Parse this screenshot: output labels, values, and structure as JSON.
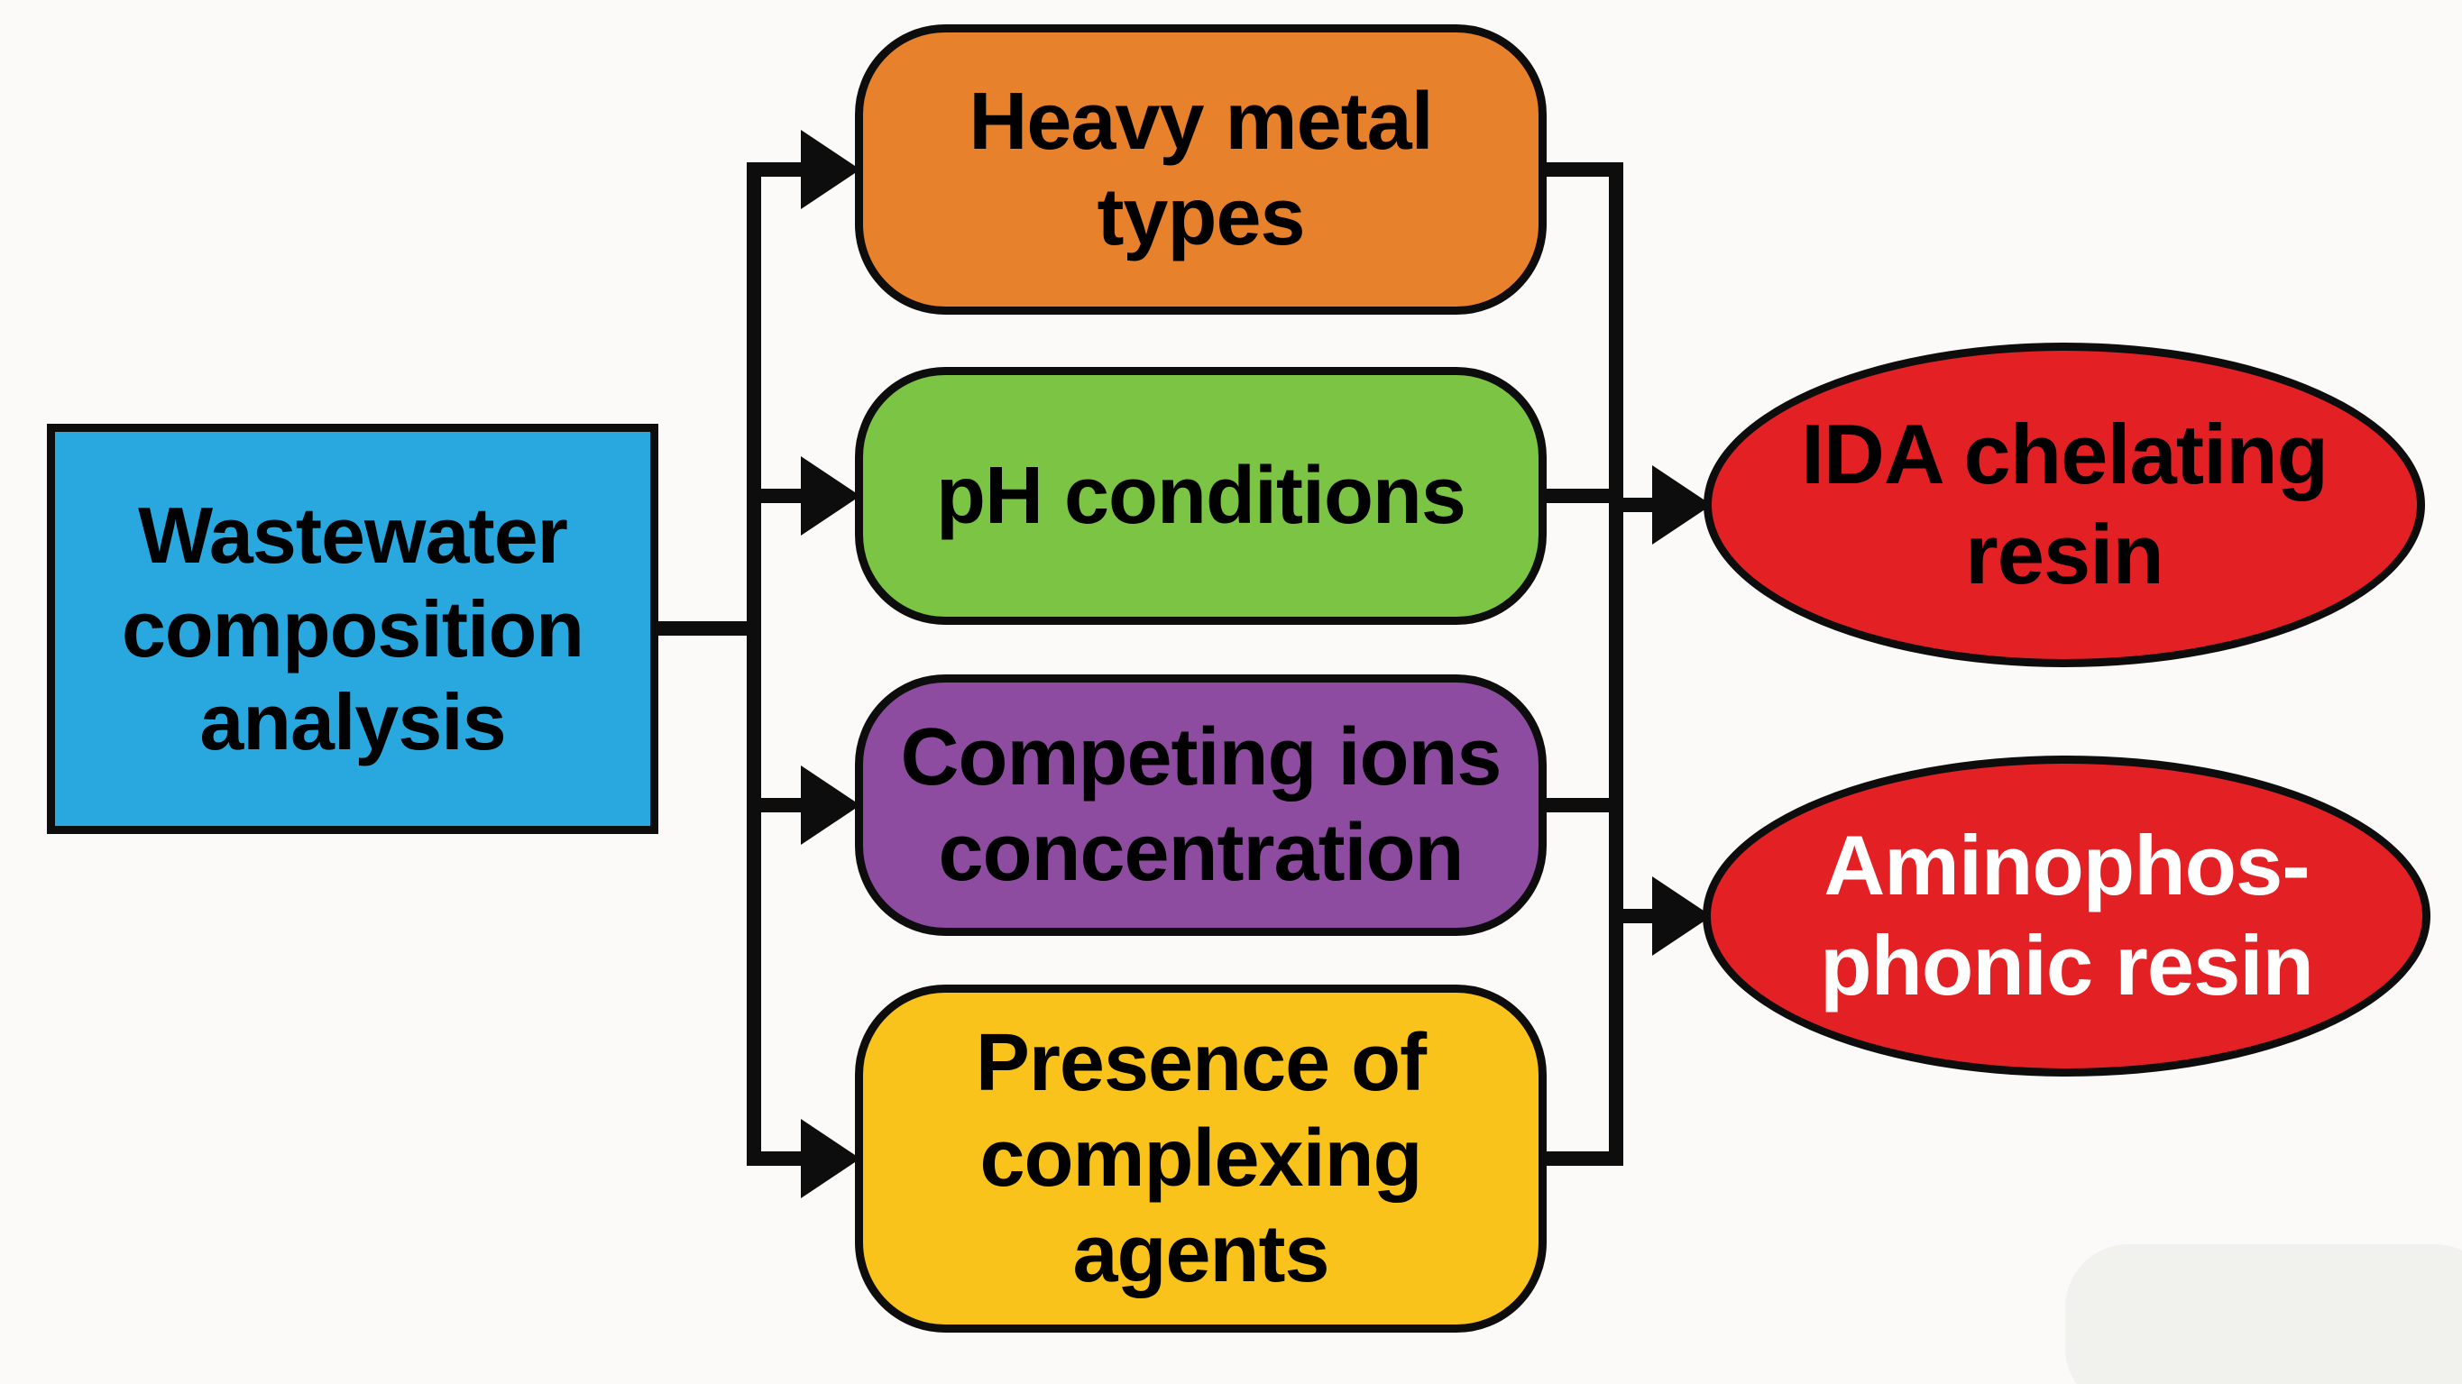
{
  "diagram": {
    "background_color": "#fbfaf8",
    "line_color": "#0d0d0d",
    "source": {
      "id": "wastewater-composition-analysis",
      "full_label": "Wastewater composition analysis",
      "lines": [
        "Wastewater",
        "composition",
        "analysis"
      ],
      "fill": "#29a8df",
      "text_color": "#000000"
    },
    "factors": [
      {
        "id": "heavy-metal-types",
        "full_label": "Heavy metal types",
        "lines": [
          "Heavy metal",
          "types"
        ],
        "fill": "#e8812c",
        "text_color": "#000000"
      },
      {
        "id": "ph-conditions",
        "full_label": "pH conditions",
        "lines": [
          "pH conditions"
        ],
        "fill": "#7cc544",
        "text_color": "#000000"
      },
      {
        "id": "competing-ions-concentration",
        "full_label": "Competing ions concentration",
        "lines": [
          "Competing ions",
          "concentration"
        ],
        "fill": "#8e4ca0",
        "text_color": "#000000"
      },
      {
        "id": "presence-of-complexing-agents",
        "full_label": "Presence of complexing agents",
        "lines": [
          "Presence of",
          "complexing",
          "agents"
        ],
        "fill": "#f9c31b",
        "text_color": "#000000"
      }
    ],
    "outcomes": [
      {
        "id": "ida-chelating-resin",
        "full_label": "IDA chelating resin",
        "lines": [
          "IDA chelating",
          "resin"
        ],
        "fill": "#e32125",
        "text_color": "#000000"
      },
      {
        "id": "aminophosphonic-resin",
        "full_label": "Aminophos-phonic resin",
        "lines": [
          "Aminophos-",
          "phonic resin"
        ],
        "fill": "#e32125",
        "text_color": "#ffffff"
      }
    ]
  }
}
